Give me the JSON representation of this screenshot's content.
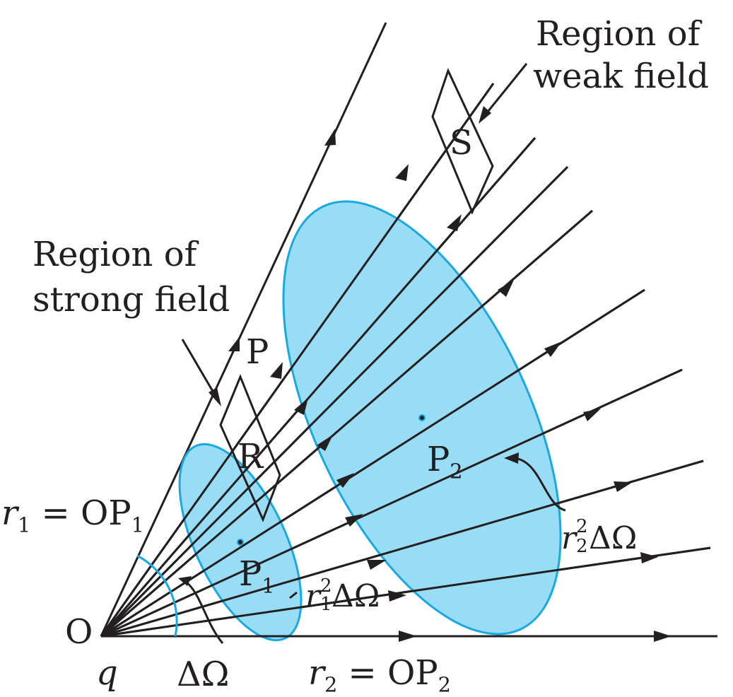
{
  "labels": {
    "weak_region_line1": "Region of",
    "weak_region_line2": "weak field",
    "strong_region_line1": "Region of",
    "strong_region_line2": "strong field",
    "point_p": "P",
    "point_r": "R",
    "point_s": "S",
    "origin": "O",
    "charge": "q",
    "solid_angle": "ΔΩ",
    "r1_eq": "r",
    "r1_sub": "1",
    "r1_rhs": " = OP",
    "r1_rhs_sub": "1",
    "r2_eq": "r",
    "r2_sub": "2",
    "r2_rhs": " = OP",
    "r2_rhs_sub": "2",
    "p1": "P",
    "p1_sub": "1",
    "p2": "P",
    "p2_sub": "2",
    "area1_r": "r",
    "area1_sup": "2",
    "area1_sub": "1",
    "area1_tail": "ΔΩ",
    "area2_r": "r",
    "area2_sup": "2",
    "area2_sub": "2",
    "area2_tail": "ΔΩ"
  },
  "colors": {
    "ink": "#231f20",
    "ellipse_fill": "#99dcf5",
    "ellipse_stroke": "#18a9e0",
    "arc": "#18a9e0"
  },
  "field_line_count": 10
}
